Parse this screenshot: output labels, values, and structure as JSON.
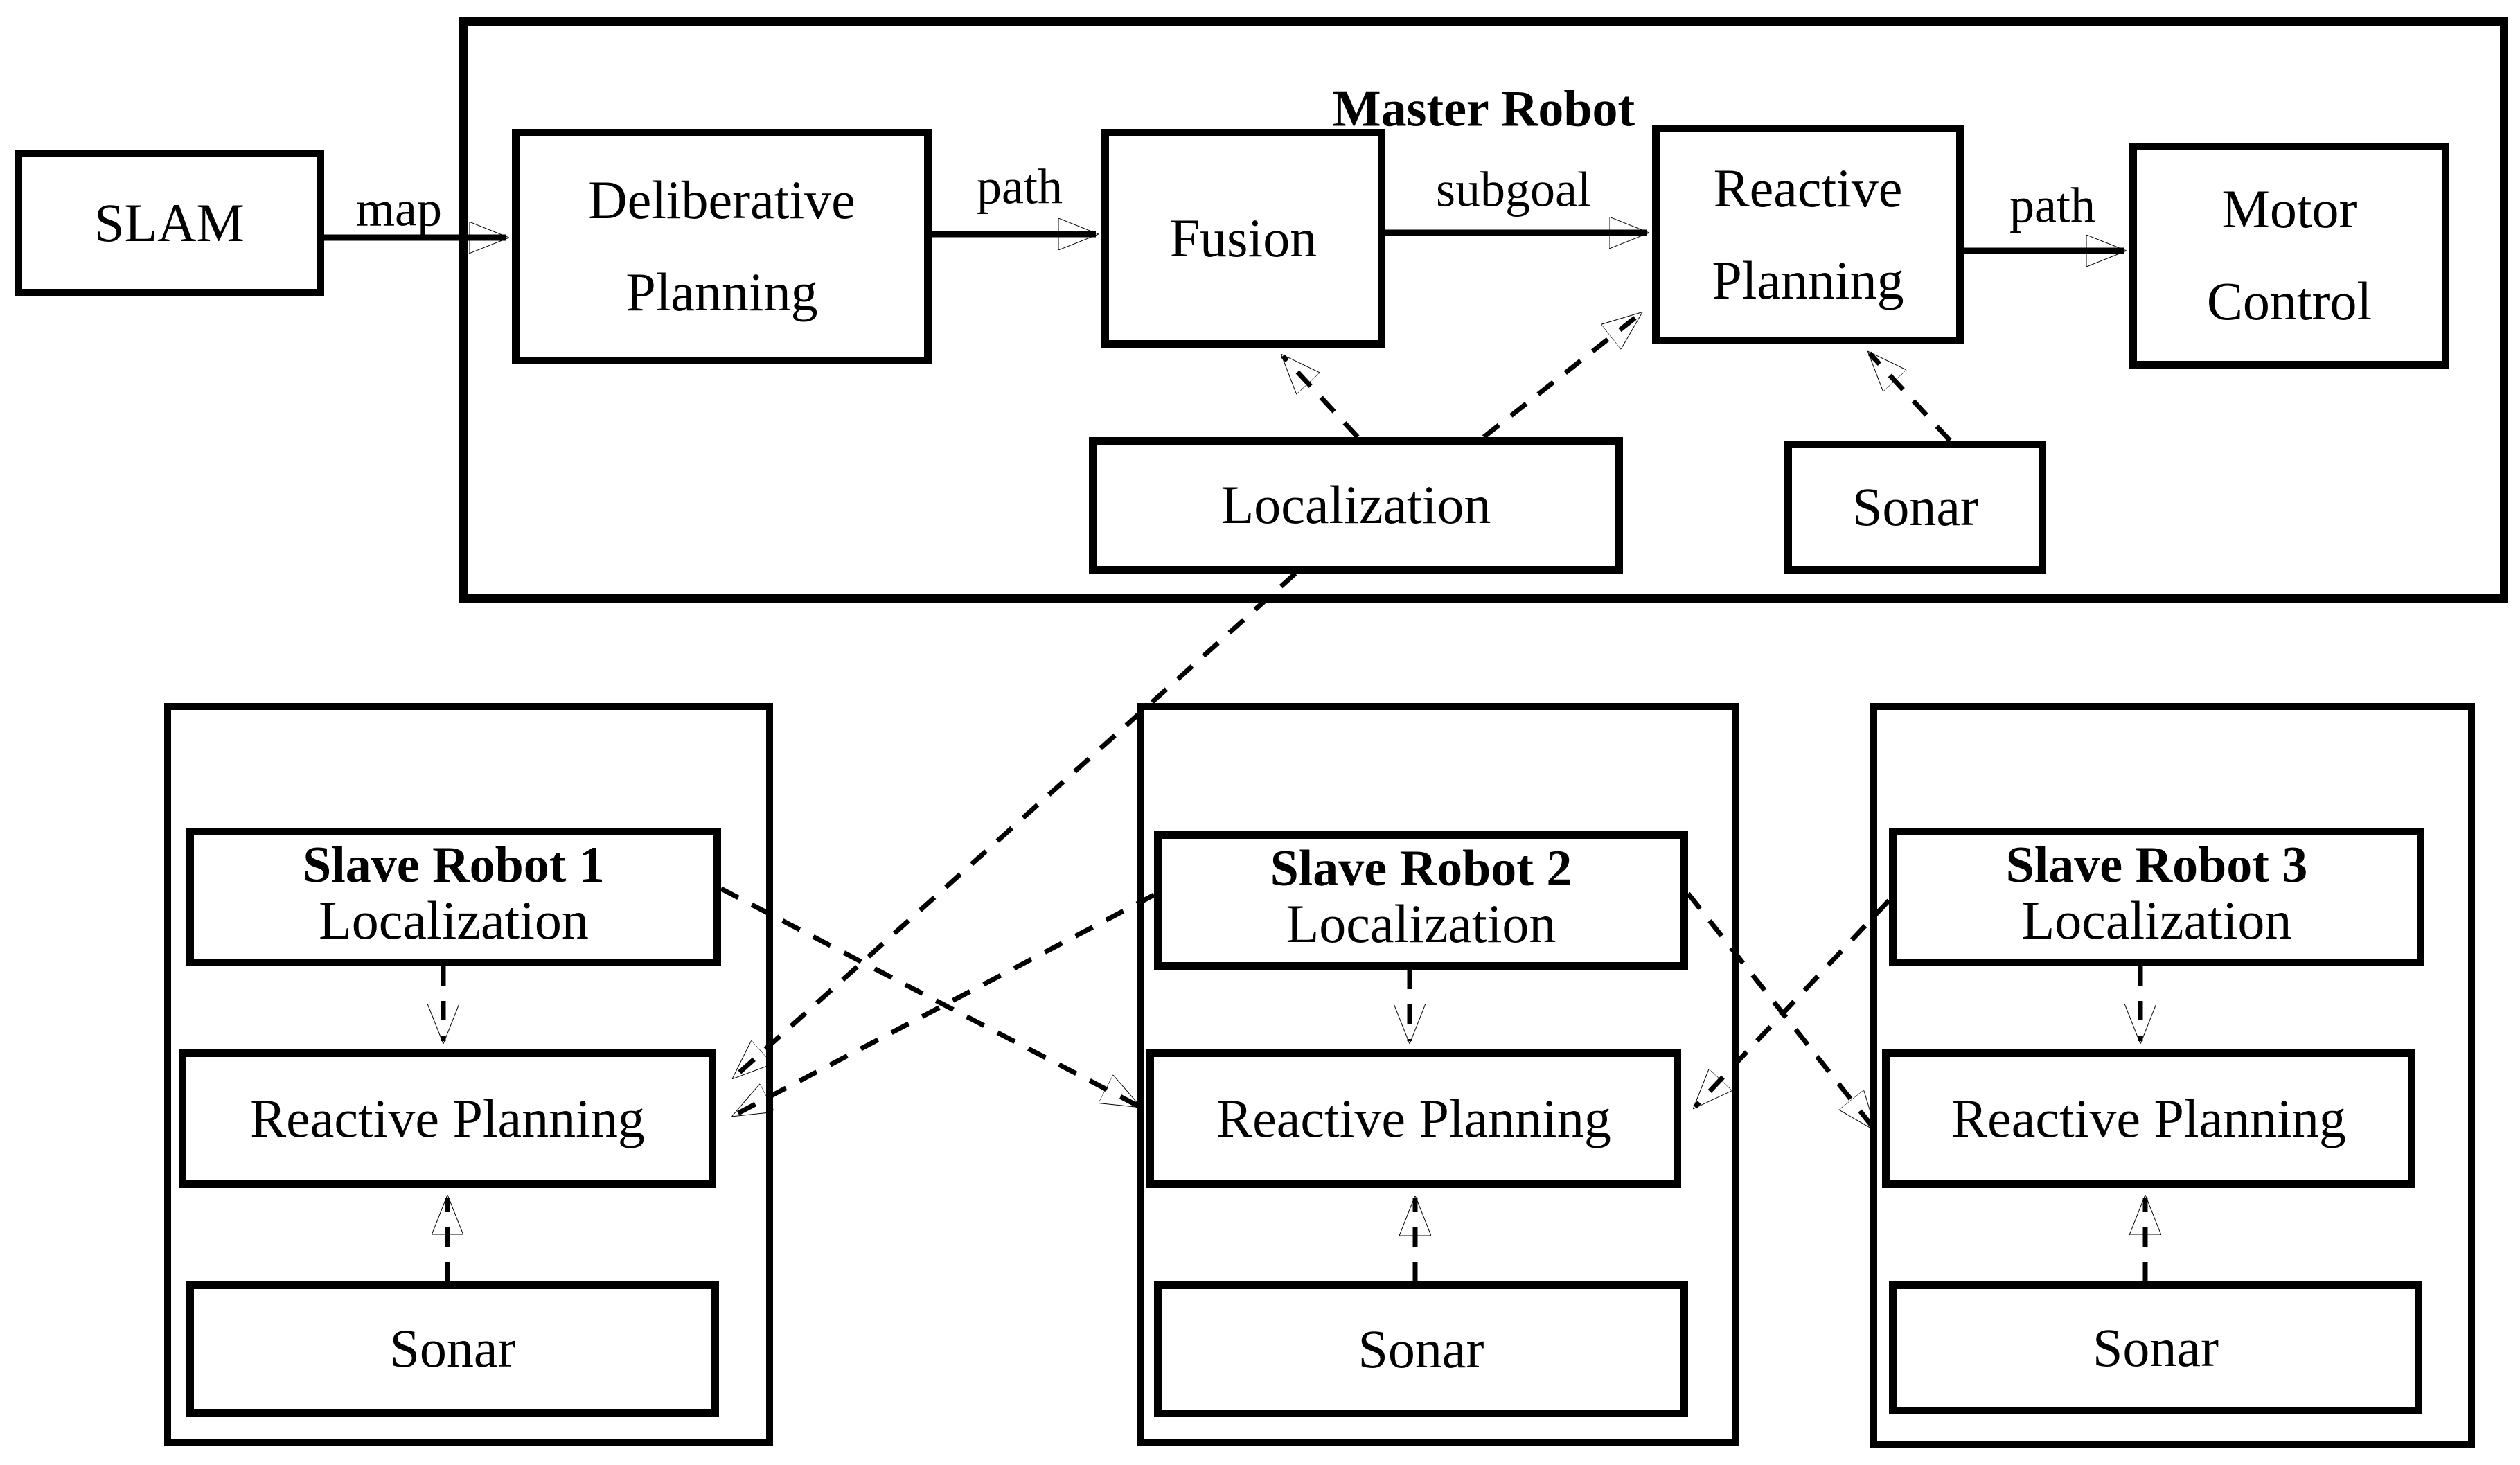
{
  "diagram": {
    "master": {
      "title": "Master Robot",
      "nodes": {
        "slam": "SLAM",
        "deliberative_planning": "Deliberative Planning",
        "fusion": "Fusion",
        "reactive_planning": "Reactive Planning",
        "motor_control": "Motor Control",
        "localization": "Localization",
        "sonar": "Sonar"
      },
      "edge_labels": {
        "map": "map",
        "path_dp_to_fusion": "path",
        "subgoal": "subgoal",
        "path_rp_to_motor": "path"
      }
    },
    "slaves": [
      {
        "title": "Slave Robot 1",
        "nodes": {
          "localization": "Localization",
          "reactive_planning": "Reactive Planning",
          "sonar": "Sonar"
        }
      },
      {
        "title": "Slave Robot 2",
        "nodes": {
          "localization": "Localization",
          "reactive_planning": "Reactive Planning",
          "sonar": "Sonar"
        }
      },
      {
        "title": "Slave Robot 3",
        "nodes": {
          "localization": "Localization",
          "reactive_planning": "Reactive Planning",
          "sonar": "Sonar"
        }
      }
    ],
    "edges": [
      {
        "from": "slam",
        "to": "master.deliberative_planning",
        "style": "solid",
        "label": "map"
      },
      {
        "from": "master.deliberative_planning",
        "to": "master.fusion",
        "style": "solid",
        "label": "path"
      },
      {
        "from": "master.fusion",
        "to": "master.reactive_planning",
        "style": "solid",
        "label": "subgoal"
      },
      {
        "from": "master.reactive_planning",
        "to": "master.motor_control",
        "style": "solid",
        "label": "path"
      },
      {
        "from": "master.localization",
        "to": "master.fusion",
        "style": "dashed"
      },
      {
        "from": "master.localization",
        "to": "master.reactive_planning",
        "style": "dashed"
      },
      {
        "from": "master.sonar",
        "to": "master.reactive_planning",
        "style": "dashed"
      },
      {
        "from": "master.localization",
        "to": "slave1.reactive_planning",
        "style": "dashed"
      },
      {
        "from": "slave1.localization",
        "to": "slave1.reactive_planning",
        "style": "dashed"
      },
      {
        "from": "slave1.sonar",
        "to": "slave1.reactive_planning",
        "style": "dashed"
      },
      {
        "from": "slave1.localization",
        "to": "slave2.reactive_planning",
        "style": "dashed"
      },
      {
        "from": "slave2.localization",
        "to": "slave1.reactive_planning",
        "style": "dashed"
      },
      {
        "from": "slave2.localization",
        "to": "slave2.reactive_planning",
        "style": "dashed"
      },
      {
        "from": "slave2.sonar",
        "to": "slave2.reactive_planning",
        "style": "dashed"
      },
      {
        "from": "slave2.localization",
        "to": "slave3.reactive_planning",
        "style": "dashed"
      },
      {
        "from": "slave3.localization",
        "to": "slave2.reactive_planning",
        "style": "dashed"
      },
      {
        "from": "slave3.localization",
        "to": "slave3.reactive_planning",
        "style": "dashed"
      },
      {
        "from": "slave3.sonar",
        "to": "slave3.reactive_planning",
        "style": "dashed"
      }
    ]
  }
}
